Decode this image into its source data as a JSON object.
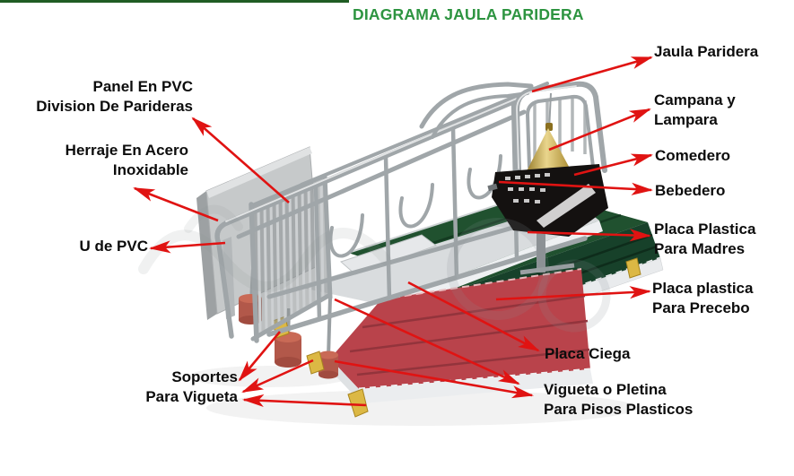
{
  "title": {
    "text": "DIAGRAMA JAULA PARIDERA"
  },
  "labels": {
    "panel": [
      "Panel En PVC",
      "Division De Parideras"
    ],
    "herraje": [
      "Herraje En Acero",
      "Inoxidable"
    ],
    "u_pvc": [
      "U de PVC"
    ],
    "soportes": [
      "Soportes",
      "Para Vigueta"
    ],
    "jaula": [
      "Jaula Paridera"
    ],
    "campana": [
      "Campana y",
      "Lampara"
    ],
    "comedero": [
      "Comedero"
    ],
    "bebedero": [
      "Bebedero"
    ],
    "placa_madres": [
      "Placa Plastica",
      "Para Madres"
    ],
    "placa_precebo": [
      "Placa plastica",
      "Para Precebo"
    ],
    "placa_ciega": [
      "Placa Ciega"
    ],
    "vigueta": [
      "Vigueta o Pletina",
      "Para Pisos Plasticos"
    ]
  },
  "colors": {
    "title_green": "#2d9440",
    "top_rule": "#1f5c23",
    "arrow_red": "#e01312",
    "label_text": "#0c0c0c",
    "floor_madres_green": "#20512f",
    "floor_precebo_green": "#17412a",
    "floor_ciega_red": "#b9434b",
    "support_gold": "#dcb844",
    "feet_terracotta": "#b2584a",
    "lamp_brass": "#c9a84c",
    "frame_gray": "#a0a6a9",
    "panel_gray": "#c6c9ca"
  }
}
